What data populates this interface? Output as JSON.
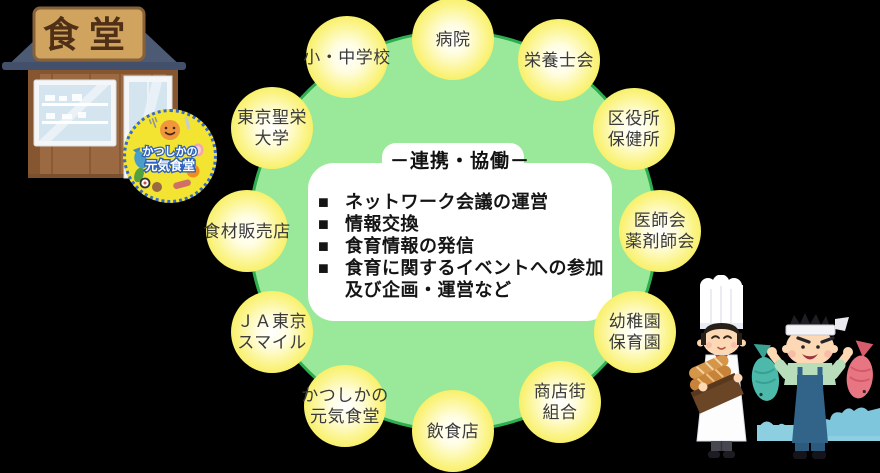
{
  "palette": {
    "background": "#000000",
    "green_fill": "#9AE99A",
    "green_border": "#2FAE50",
    "node_yellow": "#F0E636",
    "node_text": "#3A3A3A",
    "box_bg": "#FFFFFF",
    "logo_yellow": "#F2E431",
    "logo_border_blue": "#3A6BC4"
  },
  "collaboration_box": {
    "title": "－連携・協働－",
    "items": [
      {
        "bullet": "■",
        "text": "ネットワーク会議の運営"
      },
      {
        "bullet": "■",
        "text": "情報交換"
      },
      {
        "bullet": "■",
        "text": "食育情報の発信"
      },
      {
        "bullet": "■",
        "text": "食育に関するイベントへの参加"
      },
      {
        "bullet": "",
        "text": "及び企画・運営など"
      }
    ]
  },
  "nodes": [
    {
      "id": "hospital",
      "line1": "病院",
      "line2": ""
    },
    {
      "id": "dietitian-association",
      "line1": "栄養士会",
      "line2": ""
    },
    {
      "id": "ward-office-health-center",
      "line1": "区役所",
      "line2": "保健所"
    },
    {
      "id": "medical-pharmacist-associations",
      "line1": "医師会",
      "line2": "薬剤師会"
    },
    {
      "id": "kindergarten-nursery",
      "line1": "幼稚園",
      "line2": "保育園"
    },
    {
      "id": "shopping-street-union",
      "line1": "商店街",
      "line2": "組合"
    },
    {
      "id": "restaurants",
      "line1": "飲食店",
      "line2": ""
    },
    {
      "id": "katsushika-genki-shokudo",
      "line1": "かつしかの",
      "line2": "元気食堂"
    },
    {
      "id": "ja-tokyo-smile",
      "line1": "ＪＡ東京",
      "line2": "スマイル"
    },
    {
      "id": "food-retailers",
      "line1": "食材販売店",
      "line2": ""
    },
    {
      "id": "tokyo-seiei-university",
      "line1": "東京聖栄",
      "line2": "大学"
    },
    {
      "id": "elementary-junior-high-schools",
      "line1": "小・中学校",
      "line2": ""
    }
  ],
  "shokudo_building": {
    "sign": "食堂"
  },
  "logo": {
    "line1": "かつしかの",
    "line2": "元気食堂"
  }
}
